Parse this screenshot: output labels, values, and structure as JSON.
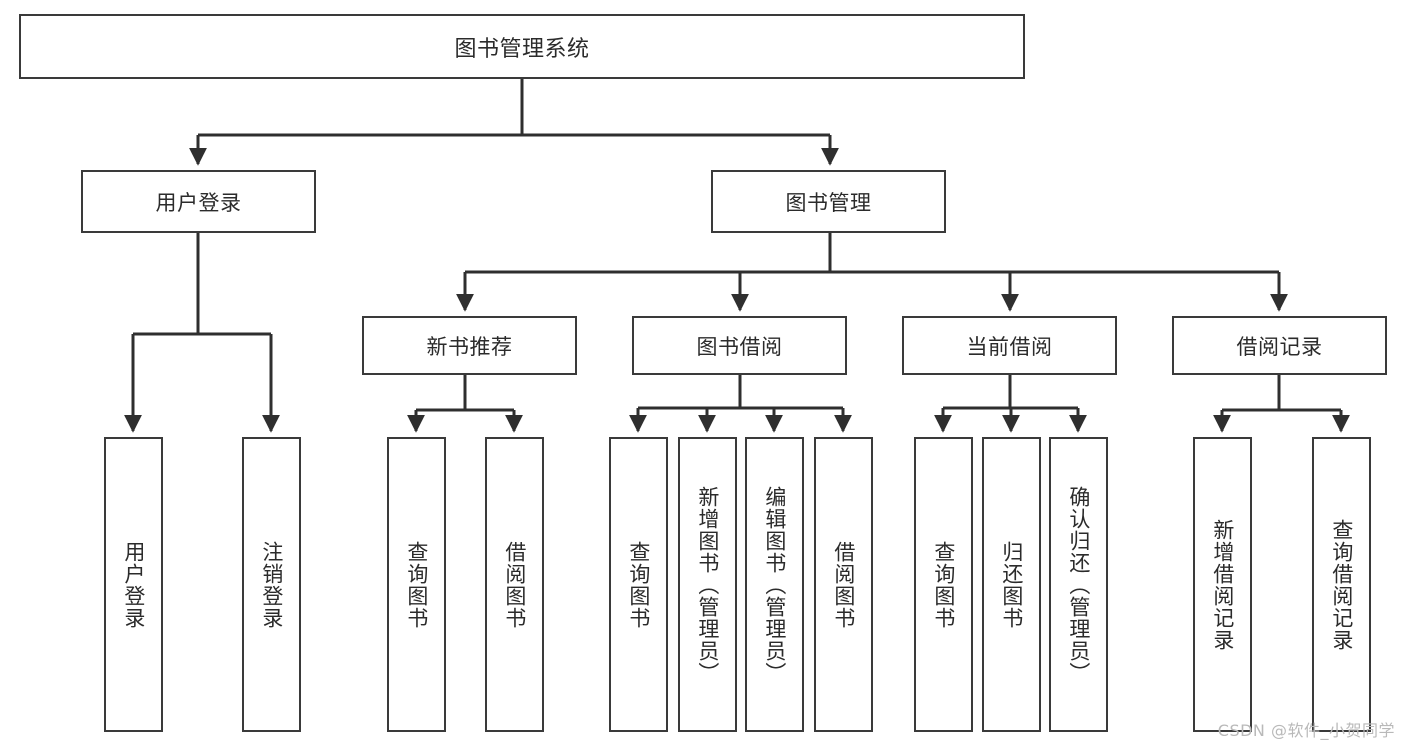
{
  "diagram": {
    "title": "图书管理系统",
    "type": "hierarchy-tree",
    "watermark": "CSDN @软件_小贺同学",
    "colors": {
      "box_border": "#3a3a3a",
      "box_fill": "#ffffff",
      "connector": "#2f2f2f",
      "text": "#2b2b2b",
      "watermark": "#b9b9b9"
    },
    "root": {
      "label": "图书管理系统"
    },
    "level2": [
      {
        "label": "用户登录"
      },
      {
        "label": "图书管理"
      }
    ],
    "level3": [
      {
        "label": "新书推荐"
      },
      {
        "label": "图书借阅"
      },
      {
        "label": "当前借阅"
      },
      {
        "label": "借阅记录"
      }
    ],
    "leaves": {
      "user_login": [
        {
          "label": "用户登录"
        },
        {
          "label": "注销登录"
        }
      ],
      "new_book_recommend": [
        {
          "label": "查询图书"
        },
        {
          "label": "借阅图书"
        }
      ],
      "book_borrow": [
        {
          "label": "查询图书"
        },
        {
          "label": "新增图书（管理员）"
        },
        {
          "label": "编辑图书（管理员）"
        },
        {
          "label": "借阅图书"
        }
      ],
      "current_borrow": [
        {
          "label": "查询图书"
        },
        {
          "label": "归还图书"
        },
        {
          "label": "确认归还（管理员）"
        }
      ],
      "borrow_record": [
        {
          "label": "新增借阅记录"
        },
        {
          "label": "查询借阅记录"
        }
      ]
    }
  }
}
